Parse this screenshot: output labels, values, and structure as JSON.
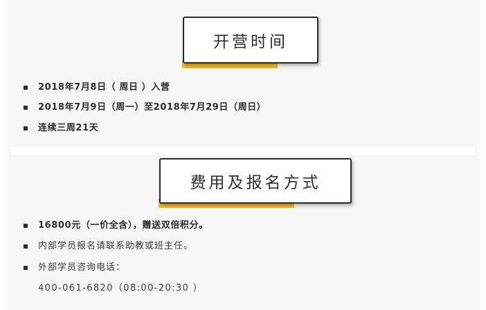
{
  "section_schedule": {
    "heading": "开营时间",
    "items": [
      "2018年7月8日（ 周日 ）入营",
      "2018年7月9日（周一）至2018年7月29日（周日）",
      "连续三周21天"
    ]
  },
  "section_fees": {
    "heading": "费用及报名方式",
    "items": [
      "16800元（一价全含），赠送双倍积分。",
      "内部学员报名请联系助教或班主任。",
      "外部学员咨询电话："
    ],
    "phone": "400-061-6820（08:00-20:30 ）"
  },
  "colors": {
    "accent_yellow": "#f2b92e",
    "frame_dark": "#2b2b2b",
    "background_gray": "#f7f7f7"
  }
}
